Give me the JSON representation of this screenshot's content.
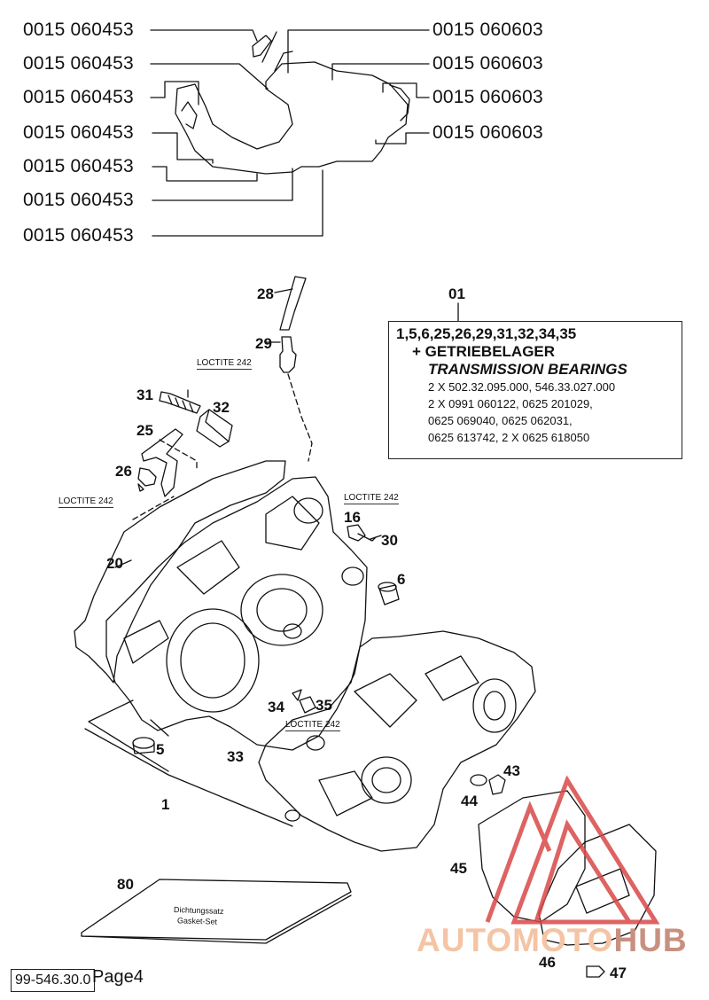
{
  "gasket_part_numbers": {
    "left": [
      "0015 060453",
      "0015 060453",
      "0015 060453",
      "0015 060453",
      "0015 060453",
      "0015 060453",
      "0015 060453"
    ],
    "right": [
      "0015 060603",
      "0015 060603",
      "0015 060603",
      "0015 060603"
    ]
  },
  "callouts": {
    "n01": "01",
    "n28": "28",
    "n29": "29",
    "n31": "31",
    "n32": "32",
    "n25": "25",
    "n26": "26",
    "n20": "20",
    "n16": "16",
    "n30": "30",
    "n6": "6",
    "n34": "34",
    "n35": "35",
    "n5": "5",
    "n33": "33",
    "n1": "1",
    "n43": "43",
    "n44": "44",
    "n45": "45",
    "n80": "80",
    "n46": "46",
    "n47": "47"
  },
  "loctite": {
    "top": "LOCTITE 242",
    "left": "LOCTITE 242",
    "right": "LOCTITE 242",
    "mid": "LOCTITE 242"
  },
  "kit_box": {
    "line1": "1,5,6,25,26,29,31,32,34,35",
    "line2": "+ GETRIEBELAGER",
    "line3": "TRANSMISSION BEARINGS",
    "lines_small": [
      "2 X 502.32.095.000, 546.33.027.000",
      "2 X 0991 060122, 0625 201029,",
      "0625 069040, 0625 062031,",
      "0625 613742, 2 X 0625 618050"
    ]
  },
  "manual_cover": {
    "line1": "Dichtungssatz",
    "line2": "Gasket-Set"
  },
  "footer": {
    "code": "99-546.30.0",
    "page": "Page4"
  },
  "watermark": {
    "part1": "AUTOMOTO",
    "part2": "HUB",
    "color_red": "#d94848",
    "color_peach": "#f4c4a4"
  }
}
